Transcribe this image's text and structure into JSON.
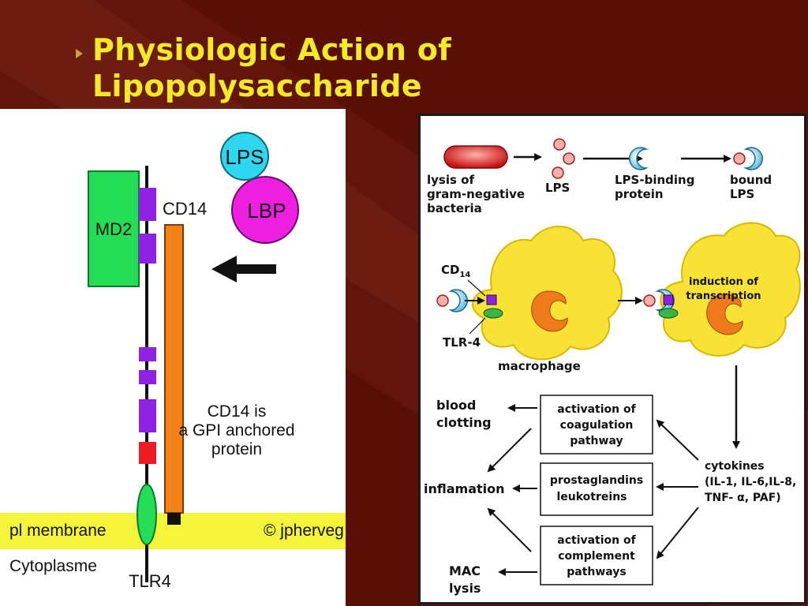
{
  "slide": {
    "title_line1": "Physiologic Action of Lipopolysaccharide",
    "title_line2": "(LPS)"
  },
  "left_figure": {
    "labels": {
      "lps": "LPS",
      "lbp": "LBP",
      "md2": "MD2",
      "cd14": "CD14",
      "note_line1": "CD14 is",
      "note_line2": "a GPI anchored",
      "note_line3": "protein",
      "membrane": "pl membrane",
      "copyright": "© jpherveg",
      "cytoplasm": "Cytoplasme",
      "tlr4": "TLR4"
    }
  },
  "right_figure": {
    "labels": {
      "lysis_1": "lysis of",
      "lysis_2": "gram-negative",
      "lysis_3": "bacteria",
      "lps": "LPS",
      "lbp_1": "LPS-binding",
      "lbp_2": "protein",
      "bound_1": "bound",
      "bound_2": "LPS",
      "cd14": "CD",
      "cd14_sub": "14",
      "tlr4": "TLR-4",
      "macrophage": "macrophage",
      "induction_1": "induction of",
      "induction_2": "transcription",
      "coag_1": "activation of",
      "coag_2": "coagulation",
      "coag_3": "pathway",
      "prosta_1": "prostaglandins",
      "prosta_2": "leukotreins",
      "comp_1": "activation of",
      "comp_2": "complement",
      "comp_3": "pathways",
      "cyto_1": "cytokines",
      "cyto_2": "(IL-1, IL-6,IL-8,",
      "cyto_3": "TNF- α, PAF)",
      "blood_1": "blood",
      "blood_2": "clotting",
      "inflam": "inflamation",
      "mac_1": "MAC",
      "mac_2": "lysis"
    }
  },
  "colors": {
    "background": "#5a0f06",
    "title": "#f2ea24",
    "membrane": "#f4f43a",
    "lps": "#2fd6f0",
    "lbp": "#ee1fe0",
    "md2": "#22dd55",
    "cd14_bar": "#f38115",
    "domain": "#8f22e0",
    "domain_red": "#ec1a22",
    "macrophage": "#f7e235"
  }
}
